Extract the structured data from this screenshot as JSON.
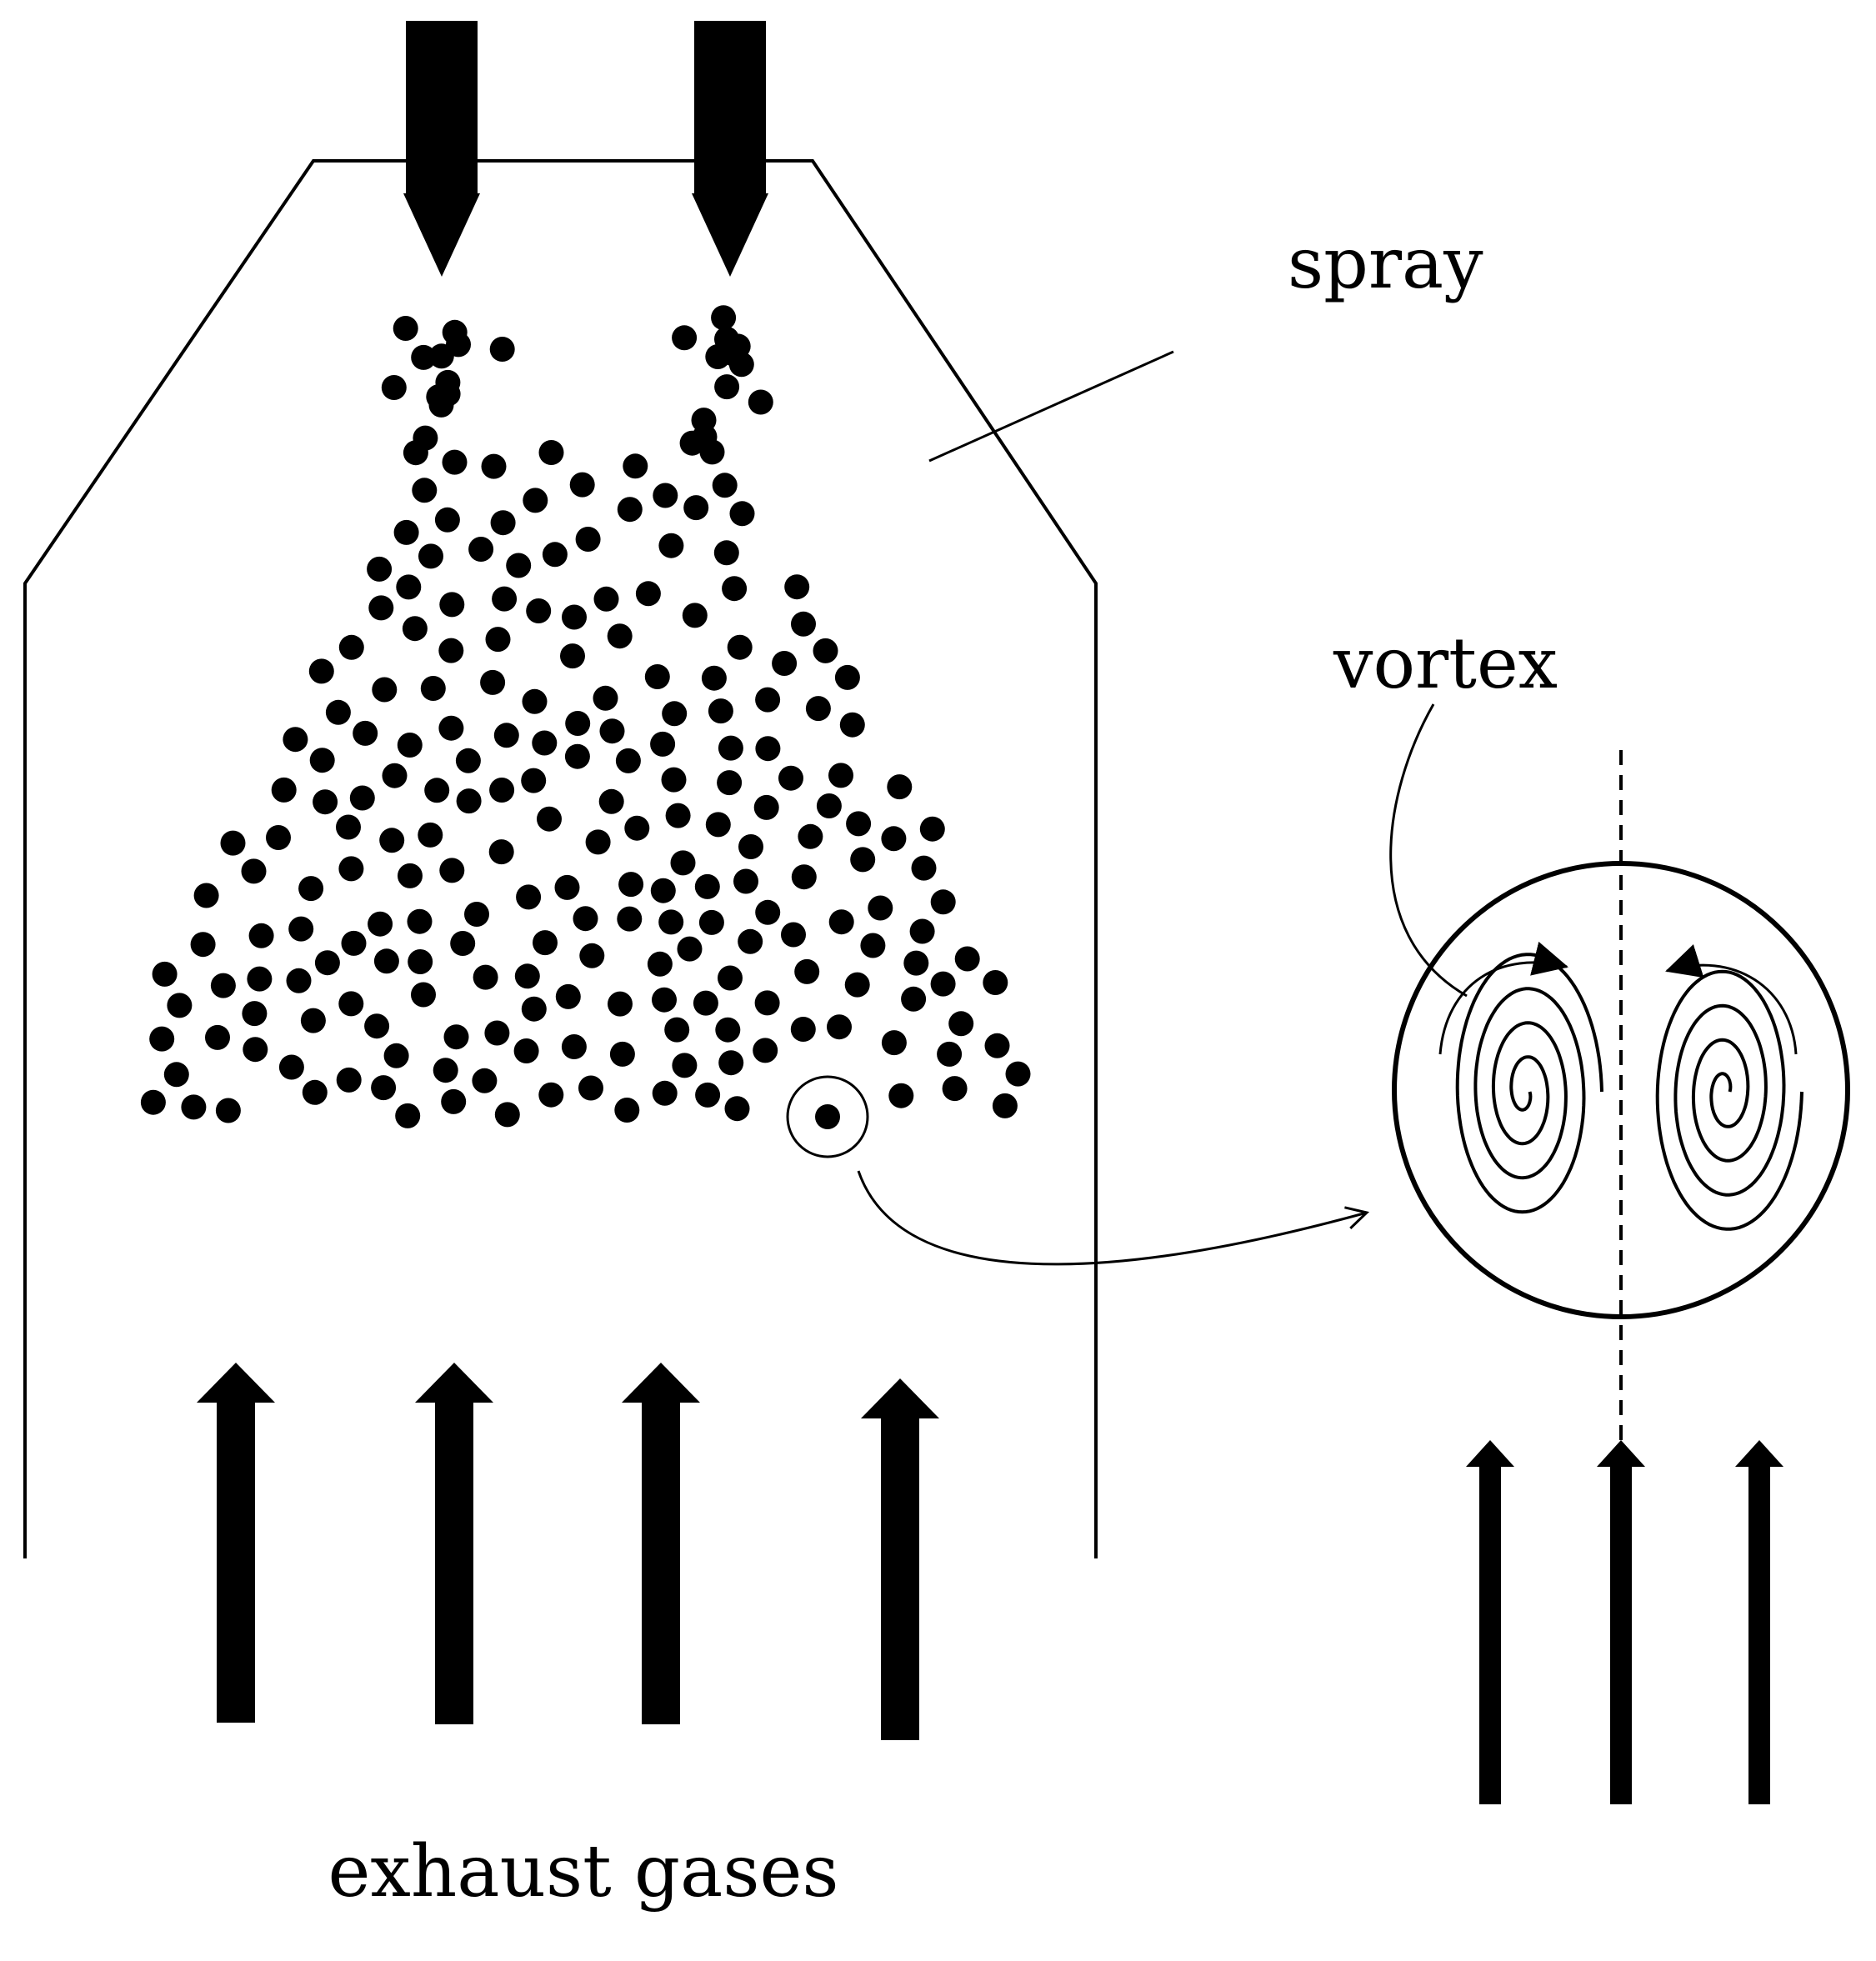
{
  "labels": {
    "spray": "spray",
    "vortex": "vortex",
    "exhaust": "exhaust gases"
  },
  "colors": {
    "ink": "#000000",
    "background": "#ffffff"
  }
}
